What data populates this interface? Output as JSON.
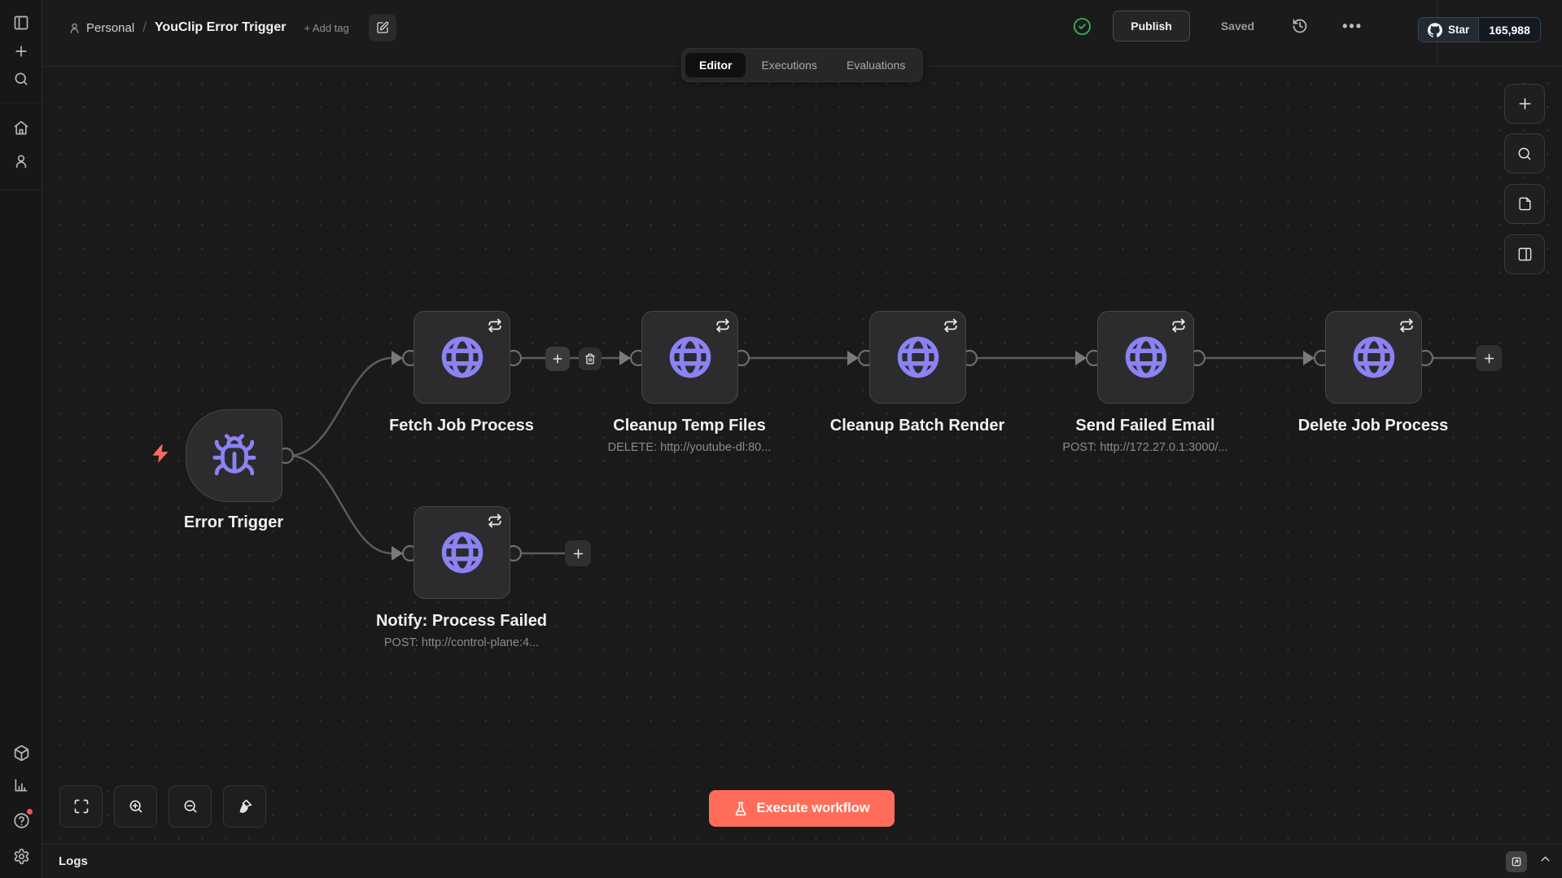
{
  "topbar": {
    "breadcrumb": {
      "project": "Personal",
      "separator": "/",
      "title": "YouClip Error Trigger"
    },
    "add_tag": "+ Add tag",
    "publish": "Publish",
    "save_status": "Saved",
    "github_star": {
      "label": "Star",
      "count": "165,988"
    }
  },
  "tabs": {
    "editor": "Editor",
    "executions": "Executions",
    "evaluations": "Evaluations",
    "active": "Editor"
  },
  "workflow": {
    "trigger": {
      "label": "Error Trigger",
      "icon": "bug-icon",
      "badge": "lightning-bolt-icon"
    },
    "nodes": [
      {
        "label": "Fetch Job Process",
        "subtitle": "",
        "icon": "globe-icon"
      },
      {
        "label": "Cleanup Temp Files",
        "subtitle": "DELETE: http://youtube-dl:80...",
        "icon": "globe-icon"
      },
      {
        "label": "Cleanup Batch Render",
        "subtitle": "",
        "icon": "globe-icon"
      },
      {
        "label": "Send Failed Email",
        "subtitle": "POST: http://172.27.0.1:3000/...",
        "icon": "globe-icon"
      },
      {
        "label": "Delete Job Process",
        "subtitle": "",
        "icon": "globe-icon"
      },
      {
        "label": "Notify: Process Failed",
        "subtitle": "POST: http://control-plane:4...",
        "icon": "globe-icon"
      }
    ]
  },
  "execute_button": "Execute workflow",
  "logs_panel": {
    "title": "Logs"
  },
  "left_rail_icons": [
    "panel-left",
    "plus",
    "search",
    "home",
    "user",
    "package",
    "bar-chart",
    "help-circle",
    "settings-gear"
  ],
  "right_toolbar_icons": [
    "add-node-plus",
    "search",
    "sticky-note",
    "panel-right"
  ],
  "canvas_control_icons": [
    "fit-view",
    "zoom-in",
    "zoom-out",
    "tidy-up-brush"
  ],
  "colors": {
    "accent": "#ff6d5a",
    "node_icon_purple": "#8b82f3",
    "success_green": "#2fae52",
    "canvas_bg": "#1a1a1a"
  }
}
